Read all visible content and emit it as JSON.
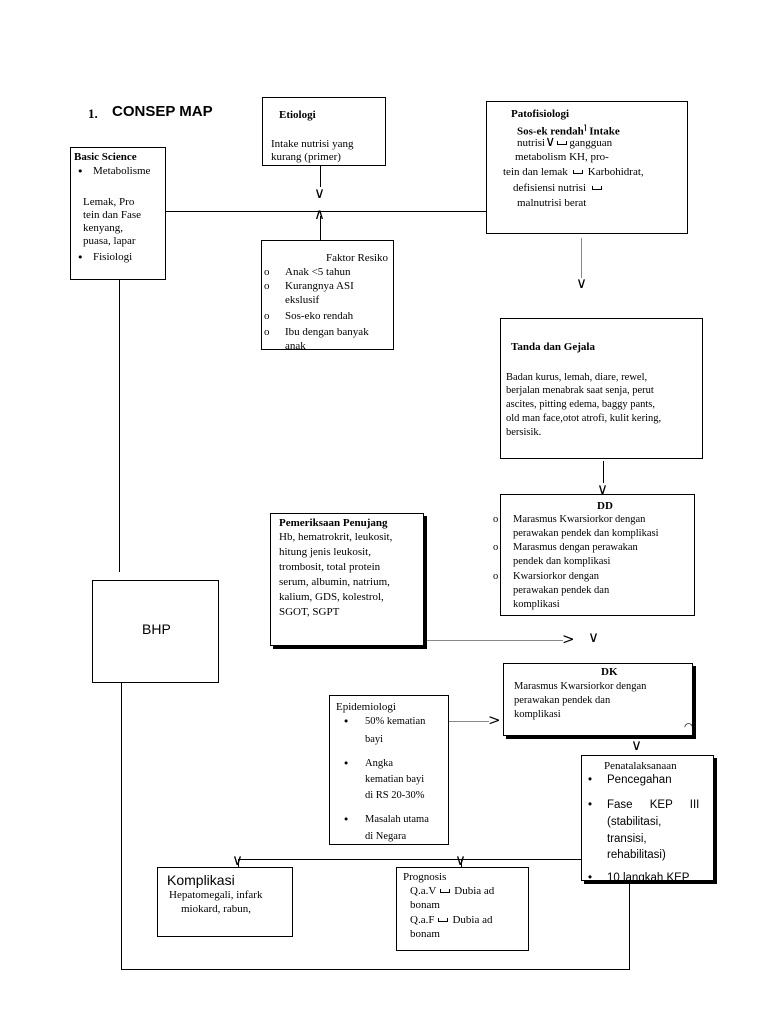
{
  "heading": {
    "number": "1.",
    "title": "CONSEP MAP"
  },
  "etiologi": {
    "title": "Etiologi",
    "body": [
      "Intake nutrisi yang",
      "kurang (primer)"
    ]
  },
  "basic_science": {
    "title": "Basic Science",
    "item1": "Metabolisme",
    "sub": [
      "Lemak, Pro",
      "tein dan Fase",
      "kenyang,",
      "puasa, lapar"
    ],
    "item2": "Fisiologi"
  },
  "patofisiologi": {
    "title": "Patofisiologi",
    "subtitle_a": "Sos-ek rendah",
    "subtitle_sup": "⌉",
    "subtitle_b": "Intake",
    "l1a": "nutrisi",
    "l1b": "gangguan",
    "l2": "metabolism KH, pro-",
    "l3a": "tein dan lemak",
    "l3b": "Karbohidrat,",
    "l4": "defisiensi nutrisi",
    "l5": "malnutrisi berat"
  },
  "faktor": {
    "title": "Faktor Resiko",
    "items": [
      "Anak <5 tahun",
      "Kurangnya ASI",
      "ekslusif",
      "Sos-eko rendah",
      "Ibu dengan banyak",
      "anak"
    ]
  },
  "tanda": {
    "title": "Tanda dan Gejala",
    "lines": [
      "Badan kurus, lemah, diare, rewel,",
      "berjalan menabrak saat senja, perut",
      "ascites, pitting edema, baggy pants,",
      "old man face,otot atrofi, kulit kering,",
      "bersisik."
    ]
  },
  "dd": {
    "title": "DD",
    "items": [
      [
        "Marasmus Kwarsiorkor dengan",
        "perawakan pendek dan komplikasi"
      ],
      [
        "Marasmus dengan perawakan",
        "pendek dan komplikasi"
      ],
      [
        "Kwarsiorkor dengan",
        "perawakan pendek dan",
        "komplikasi"
      ]
    ]
  },
  "penunjang": {
    "title": "Pemeriksaan Penujang",
    "lines": [
      "Hb, hematrokrit, leukosit,",
      "hitung jenis leukosit,",
      "trombosit, total protein",
      "serum, albumin, natrium,",
      "kalium, GDS, kolestrol,",
      "SGOT, SGPT"
    ]
  },
  "bhp": {
    "label": "BHP"
  },
  "dk": {
    "title": "DK",
    "lines": [
      "Marasmus Kwarsiorkor dengan",
      "perawakan pendek dan",
      "komplikasi"
    ],
    "corner": "◠"
  },
  "epidemiologi": {
    "title": "Epidemiologi",
    "items": [
      [
        "50% kematian",
        "bayi"
      ],
      [
        "Angka",
        "kematian bayi",
        "di RS 20-30%"
      ],
      [
        "Masalah utama",
        "di Negara"
      ]
    ]
  },
  "penatalaksanaan": {
    "title": "Penatalaksanaan",
    "item1": "Pencegahan",
    "item2_l1": "Fase KEP III",
    "item2_rest": [
      "(stabilitasi,",
      "transisi,",
      "rehabilitasi)"
    ],
    "item3": "10 langkah KEP"
  },
  "komplikasi": {
    "title": "Komplikasi",
    "lines": [
      "Hepatomegali, infark",
      "miokard, rabun,"
    ]
  },
  "prognosis": {
    "title": "Prognosis",
    "l1a": "Q.a.V",
    "l1b": "Dubia ad",
    "l1c": "bonam",
    "l2a": "Q.a.F",
    "l2b": "Dubia ad",
    "l2c": "bonam"
  },
  "arrows": {
    "down": "∨",
    "up": "∧",
    "right": ">"
  }
}
